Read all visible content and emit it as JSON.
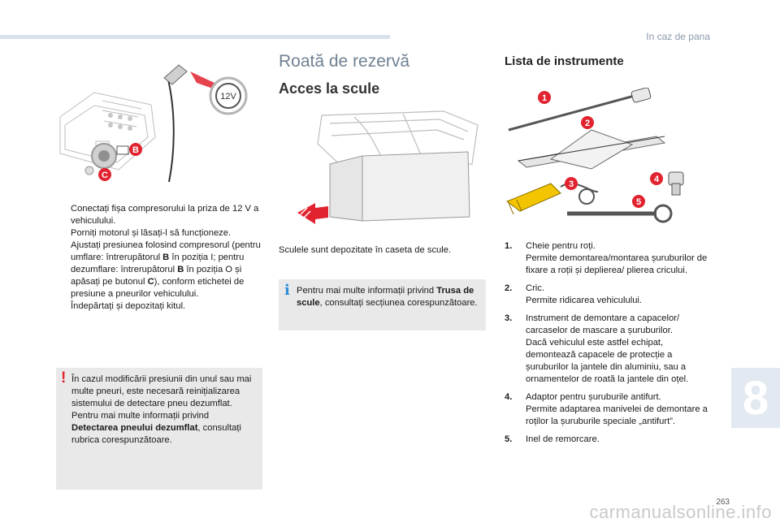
{
  "header": {
    "section": "In caz de pana"
  },
  "chapter": "8",
  "page_number": "263",
  "watermark": "carmanualsonline.info",
  "left": {
    "illustration_labels": {
      "socket": "12V",
      "b": "B",
      "c": "C"
    },
    "bullet_marker": "",
    "bullets": [
      "Conectați fișa compresorului la priza de 12 V a vehiculului.",
      "Porniți motorul și lăsați-l să funcționeze.",
      {
        "pre": "Ajustați presiunea folosind compresorul (pentru umflare: întrerupătorul ",
        "b1": "B",
        "mid": " în poziția I; pentru dezumflare: întrerupătorul ",
        "b2": "B",
        "mid2": " în poziția O și apăsați pe butonul ",
        "b3": "C",
        "post": "), conform etichetei de presiune a pneurilor vehiculului."
      },
      "Îndepărtați și depozitați kitul."
    ],
    "warning": {
      "icon": "!",
      "text1": "În cazul modificării presiunii din unul sau mai multe pneuri, este necesară reinițializarea sistemului de detectare pneu dezumflat.",
      "text2": "Pentru mai multe informații privind ",
      "bold": "Detectarea pneului dezumflat",
      "text3": ", consultați rubrica corespunzătoare."
    }
  },
  "middle": {
    "title": "Roată de rezervă",
    "subtitle": "Acces la scule",
    "storage_text": "Sculele sunt depozitate în caseta de scule.",
    "info": {
      "icon": "i",
      "text1": "Pentru mai multe informații privind ",
      "bold": "Trusa de scule",
      "text2": ", consultați secțiunea corespunzătoare."
    }
  },
  "right": {
    "title": "Lista de instrumente",
    "callouts": [
      "1",
      "2",
      "3",
      "4",
      "5"
    ],
    "tools": [
      {
        "num": "1.",
        "name": "Cheie pentru roți.",
        "desc": "Permite demontarea/montarea șuruburilor de fixare a roții și deplierea/ plierea cricului."
      },
      {
        "num": "2.",
        "name": "Cric.",
        "desc": "Permite ridicarea vehiculului."
      },
      {
        "num": "3.",
        "name": "Instrument de demontare a capacelor/ carcaselor de mascare a șuruburilor.",
        "desc": "Dacă vehiculul este astfel echipat, demontează capacele de protecție a șuruburilor la jantele din aluminiu, sau a ornamentelor de roată la jantele din oțel."
      },
      {
        "num": "4.",
        "name": "Adaptor pentru șuruburile antifurt.",
        "desc": "Permite adaptarea manivelei de demontare a roților la șuruburile speciale „antifurt”."
      },
      {
        "num": "5.",
        "name": "Inel de remorcare.",
        "desc": ""
      }
    ]
  },
  "colors": {
    "callout_red": "#e1232f",
    "box_grey": "#e9e9e9",
    "title_blue_grey": "#6f8192",
    "tool_yellow": "#f2c500",
    "info_blue": "#2b8fd6"
  }
}
